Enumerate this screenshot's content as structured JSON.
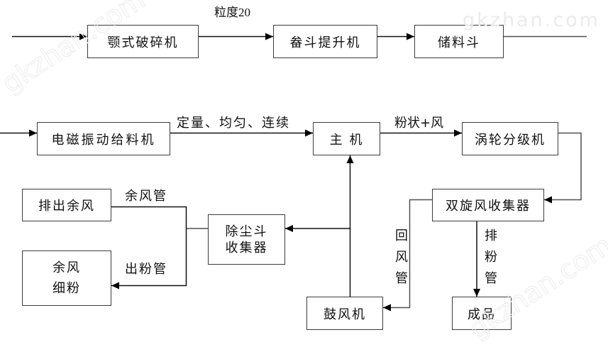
{
  "diagram": {
    "nodes": {
      "jaw_crusher": "颚式破碎机",
      "bucket_elevator": "畚斗提升机",
      "storage_hopper": "储料斗",
      "vibrating_feeder": "电磁振动给料机",
      "main_mill": "主 机",
      "turbo_classifier": "涡轮分级机",
      "exhaust_air": "排出余风",
      "dust_collector": [
        "除尘斗",
        "收集器"
      ],
      "cyclone_collector": "双旋风收集器",
      "residual_fine_powder": [
        "余风",
        "细粉"
      ],
      "blower": "鼓风机",
      "finished_product": "成品"
    },
    "edge_labels": {
      "particle_size": "粒度20",
      "feed_requirement": "定量、均匀、连续",
      "powder_and_air": "粉状+风",
      "residual_air_pipe": "余风管",
      "powder_outlet_pipe": "出粉管",
      "return_air_pipe": "回风管",
      "powder_discharge_pipe": "排粉管"
    },
    "edges": [
      {
        "from": "input",
        "to": "jaw_crusher",
        "arrow": true
      },
      {
        "from": "jaw_crusher",
        "to": "bucket_elevator",
        "label": "particle_size",
        "arrow": true
      },
      {
        "from": "bucket_elevator",
        "to": "storage_hopper",
        "arrow": true
      },
      {
        "from": "storage_hopper",
        "to": "output",
        "arrow": false
      },
      {
        "from": "input",
        "to": "vibrating_feeder",
        "arrow": true
      },
      {
        "from": "vibrating_feeder",
        "to": "main_mill",
        "label": "feed_requirement",
        "arrow": true
      },
      {
        "from": "main_mill",
        "to": "turbo_classifier",
        "label": "powder_and_air",
        "arrow": true
      },
      {
        "from": "turbo_classifier",
        "to": "cyclone_collector",
        "arrow": true
      },
      {
        "from": "cyclone_collector",
        "to": "finished_product",
        "label": "powder_discharge_pipe",
        "arrow": true
      },
      {
        "from": "cyclone_collector",
        "to": "blower",
        "label": "return_air_pipe",
        "arrow": true
      },
      {
        "from": "blower",
        "to": "main_mill",
        "arrow": true
      },
      {
        "from": "blower",
        "to": "dust_collector",
        "arrow": true
      },
      {
        "from": "dust_collector",
        "to": "exhaust_air",
        "label": "residual_air_pipe",
        "arrow": false
      },
      {
        "from": "dust_collector",
        "to": "residual_fine_powder",
        "label": "powder_outlet_pipe",
        "arrow": true
      }
    ]
  },
  "watermark": "gkzhan.com"
}
